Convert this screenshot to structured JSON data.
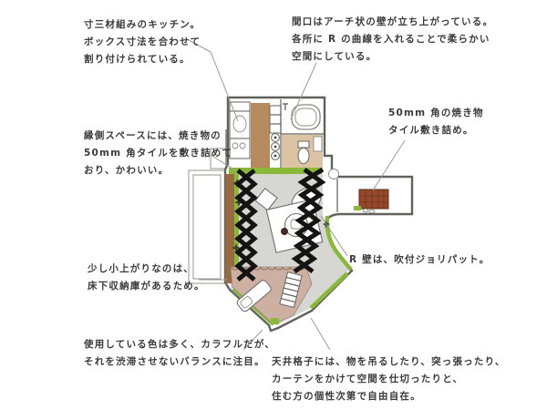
{
  "page": {
    "title": "floor-plan-annotated-diagram",
    "background": "#ffffff"
  },
  "annotations": {
    "kitchen": {
      "lines": [
        "寸三材組みのキッチン。",
        "ボックス寸法を合わせて",
        "割り付けられている。"
      ]
    },
    "arch": {
      "lines": [
        "間口はアーチ状の壁が立ち上がっている。",
        "各所に R の曲線を入れることで柔らかい",
        "空間にしている。"
      ]
    },
    "engawa": {
      "lines": [
        "縁側スペースには、焼き物の",
        "50mm 角タイルを敷き詰めて",
        "おり、かわいい。"
      ]
    },
    "tile": {
      "lines": [
        "50mm 角の焼き物",
        "タイル敷き詰め。"
      ]
    },
    "rwall": {
      "lines": [
        "R 壁は、吹付ジョリパット。"
      ]
    },
    "koagari": {
      "lines": [
        "少し小上がりなのは、",
        "床下収納庫があるため。"
      ]
    },
    "colors": {
      "lines": [
        "使用している色は多く、カラフルだが、",
        "それを渋滞させないバランスに注目。"
      ]
    },
    "ceiling": {
      "lines": [
        "天井格子には、物を吊るしたり、突っ張ったり、",
        "カーテンをかけて空間を仕切ったりと、",
        "住む方の個性次第で自由自在。"
      ]
    }
  },
  "colors": {
    "text": "#3b3b3b",
    "leader": "#9b9b96",
    "wall": "#62625d",
    "living": "#d6d6d2",
    "kitchen": "#b68a5c",
    "wash": "#dcc3a4",
    "raised": "#cdb0a2",
    "green": "#8ab939",
    "engawa": "#996a41",
    "tile": "#96492a",
    "curtain": "#141414"
  }
}
